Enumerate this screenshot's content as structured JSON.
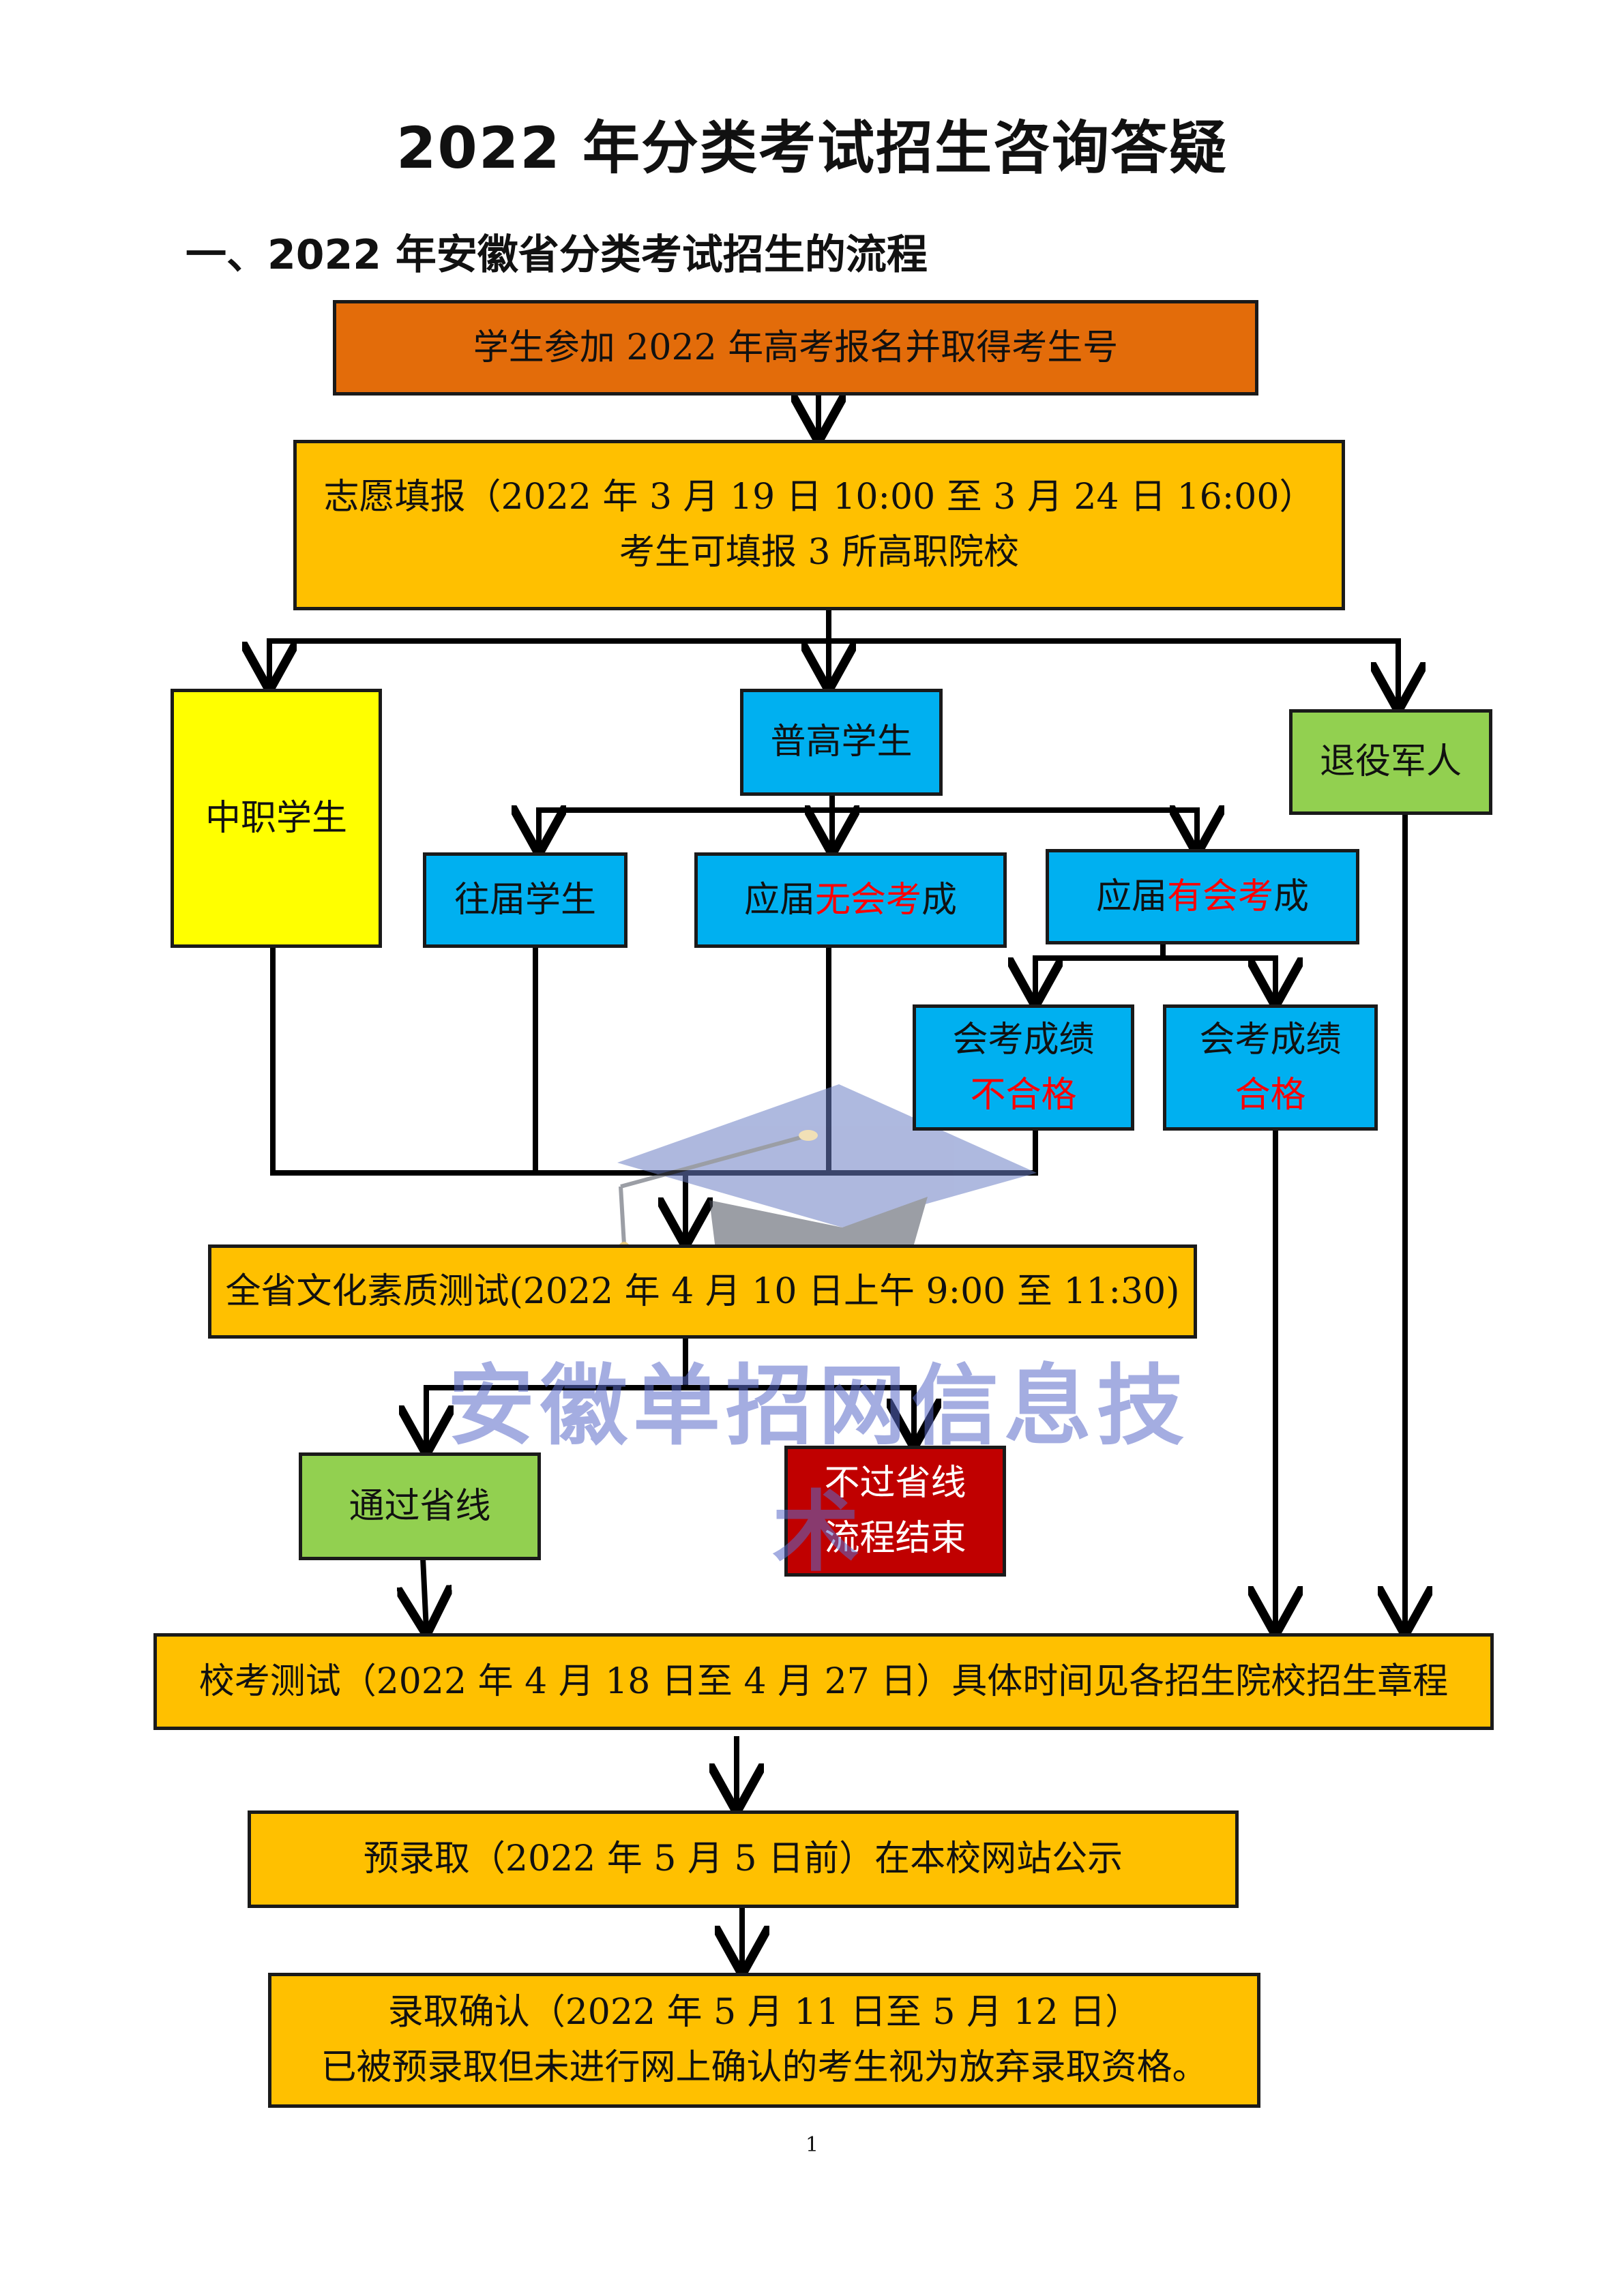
{
  "title": "2022 年分类考试招生咨询答疑",
  "section_heading": "一、2022 年安徽省分类考试招生的流程",
  "nodes": {
    "registration": "学生参加 2022 年高考报名并取得考生号",
    "application_line1": "志愿填报（2022 年 3 月 19 日 10:00 至 3 月 24 日 16:00）",
    "application_line2": "考生可填报 3 所高职院校",
    "vocational_students": "中职学生",
    "general_students": "普高学生",
    "veterans": "退役军人",
    "past_graduates": "往届学生",
    "current_no_exam_pre": "应届",
    "current_no_exam_hl": "无会考",
    "current_no_exam_post": "成",
    "current_with_exam_pre": "应届",
    "current_with_exam_hl": "有会考",
    "current_with_exam_post": "成",
    "exam_fail_line1": "会考成绩",
    "exam_fail_line2": "不合格",
    "exam_pass_line1": "会考成绩",
    "exam_pass_line2": "合格",
    "provincial_test": "全省文化素质测试(2022 年 4 月 10 日上午 9:00 至 11:30)",
    "pass_line": "通过省线",
    "fail_line1": "不过省线",
    "fail_line2": "流程结束",
    "school_test": "校考测试（2022 年 4 月 18 日至 4 月 27 日）具体时间见各招生院校招生章程",
    "pre_admission": "预录取（2022 年 5 月 5 日前）在本校网站公示",
    "confirm_line1": "录取确认（2022 年 5 月 11 日至 5 月 12 日）",
    "confirm_line2": "已被预录取但未进行网上确认的考生视为放弃录取资格。"
  },
  "watermark": "安徽单招网信息技术",
  "page_number": "1",
  "colors": {
    "dark_orange": "#e36c0a",
    "gold": "#ffc000",
    "yellow": "#ffff00",
    "blue": "#00b0f0",
    "green": "#92d050",
    "red": "#c00000",
    "highlight_text": "#ff0000"
  }
}
